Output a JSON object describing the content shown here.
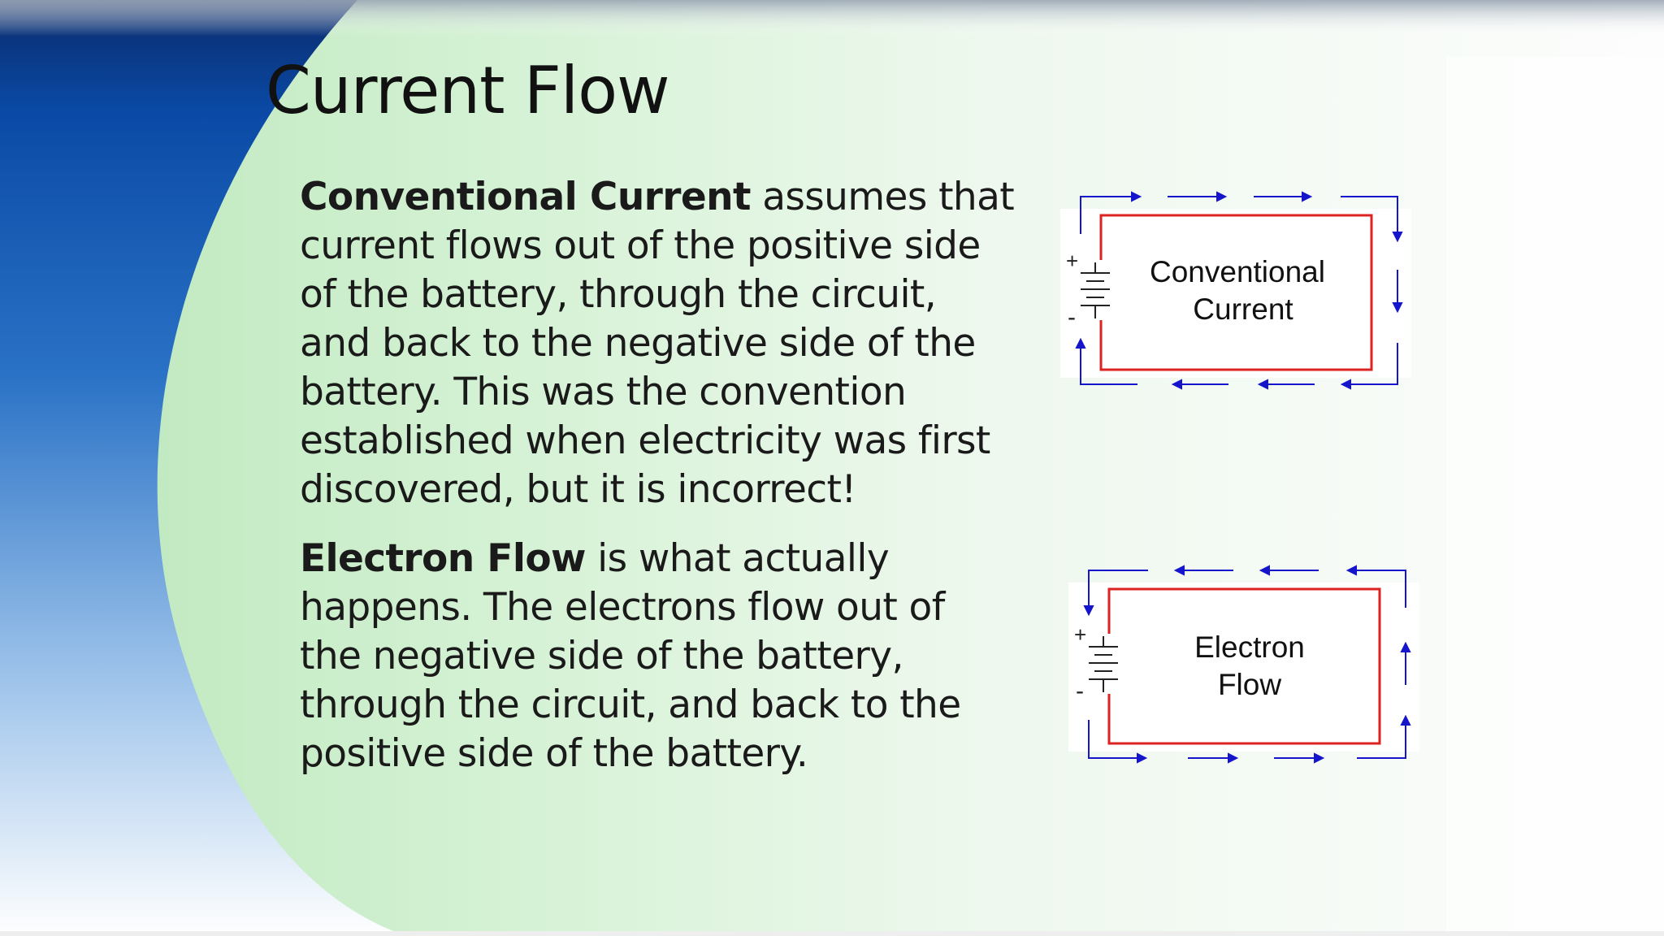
{
  "slide": {
    "title": "Current Flow",
    "conventional": {
      "term": "Conventional Current",
      "text": " assumes that current flows out of the positive side of the battery, through the circuit, and back to the negative side of the battery. This was the convention established when electricity was first discovered, but it is incorrect!"
    },
    "electron": {
      "term": "Electron Flow",
      "text": " is what actually happens. The electrons flow out of the negative side of the battery, through the circuit, and back to the positive side of the battery."
    }
  },
  "diagrams": {
    "conventional": {
      "label_line1": "Conventional",
      "label_line2": "Current",
      "plus": "+",
      "minus": "-"
    },
    "electron": {
      "label_line1": "Electron",
      "label_line2": "Flow",
      "plus": "+",
      "minus": "-"
    }
  },
  "colors": {
    "wire": "#dd2222",
    "arrow": "#1515cc",
    "text": "#111111"
  }
}
